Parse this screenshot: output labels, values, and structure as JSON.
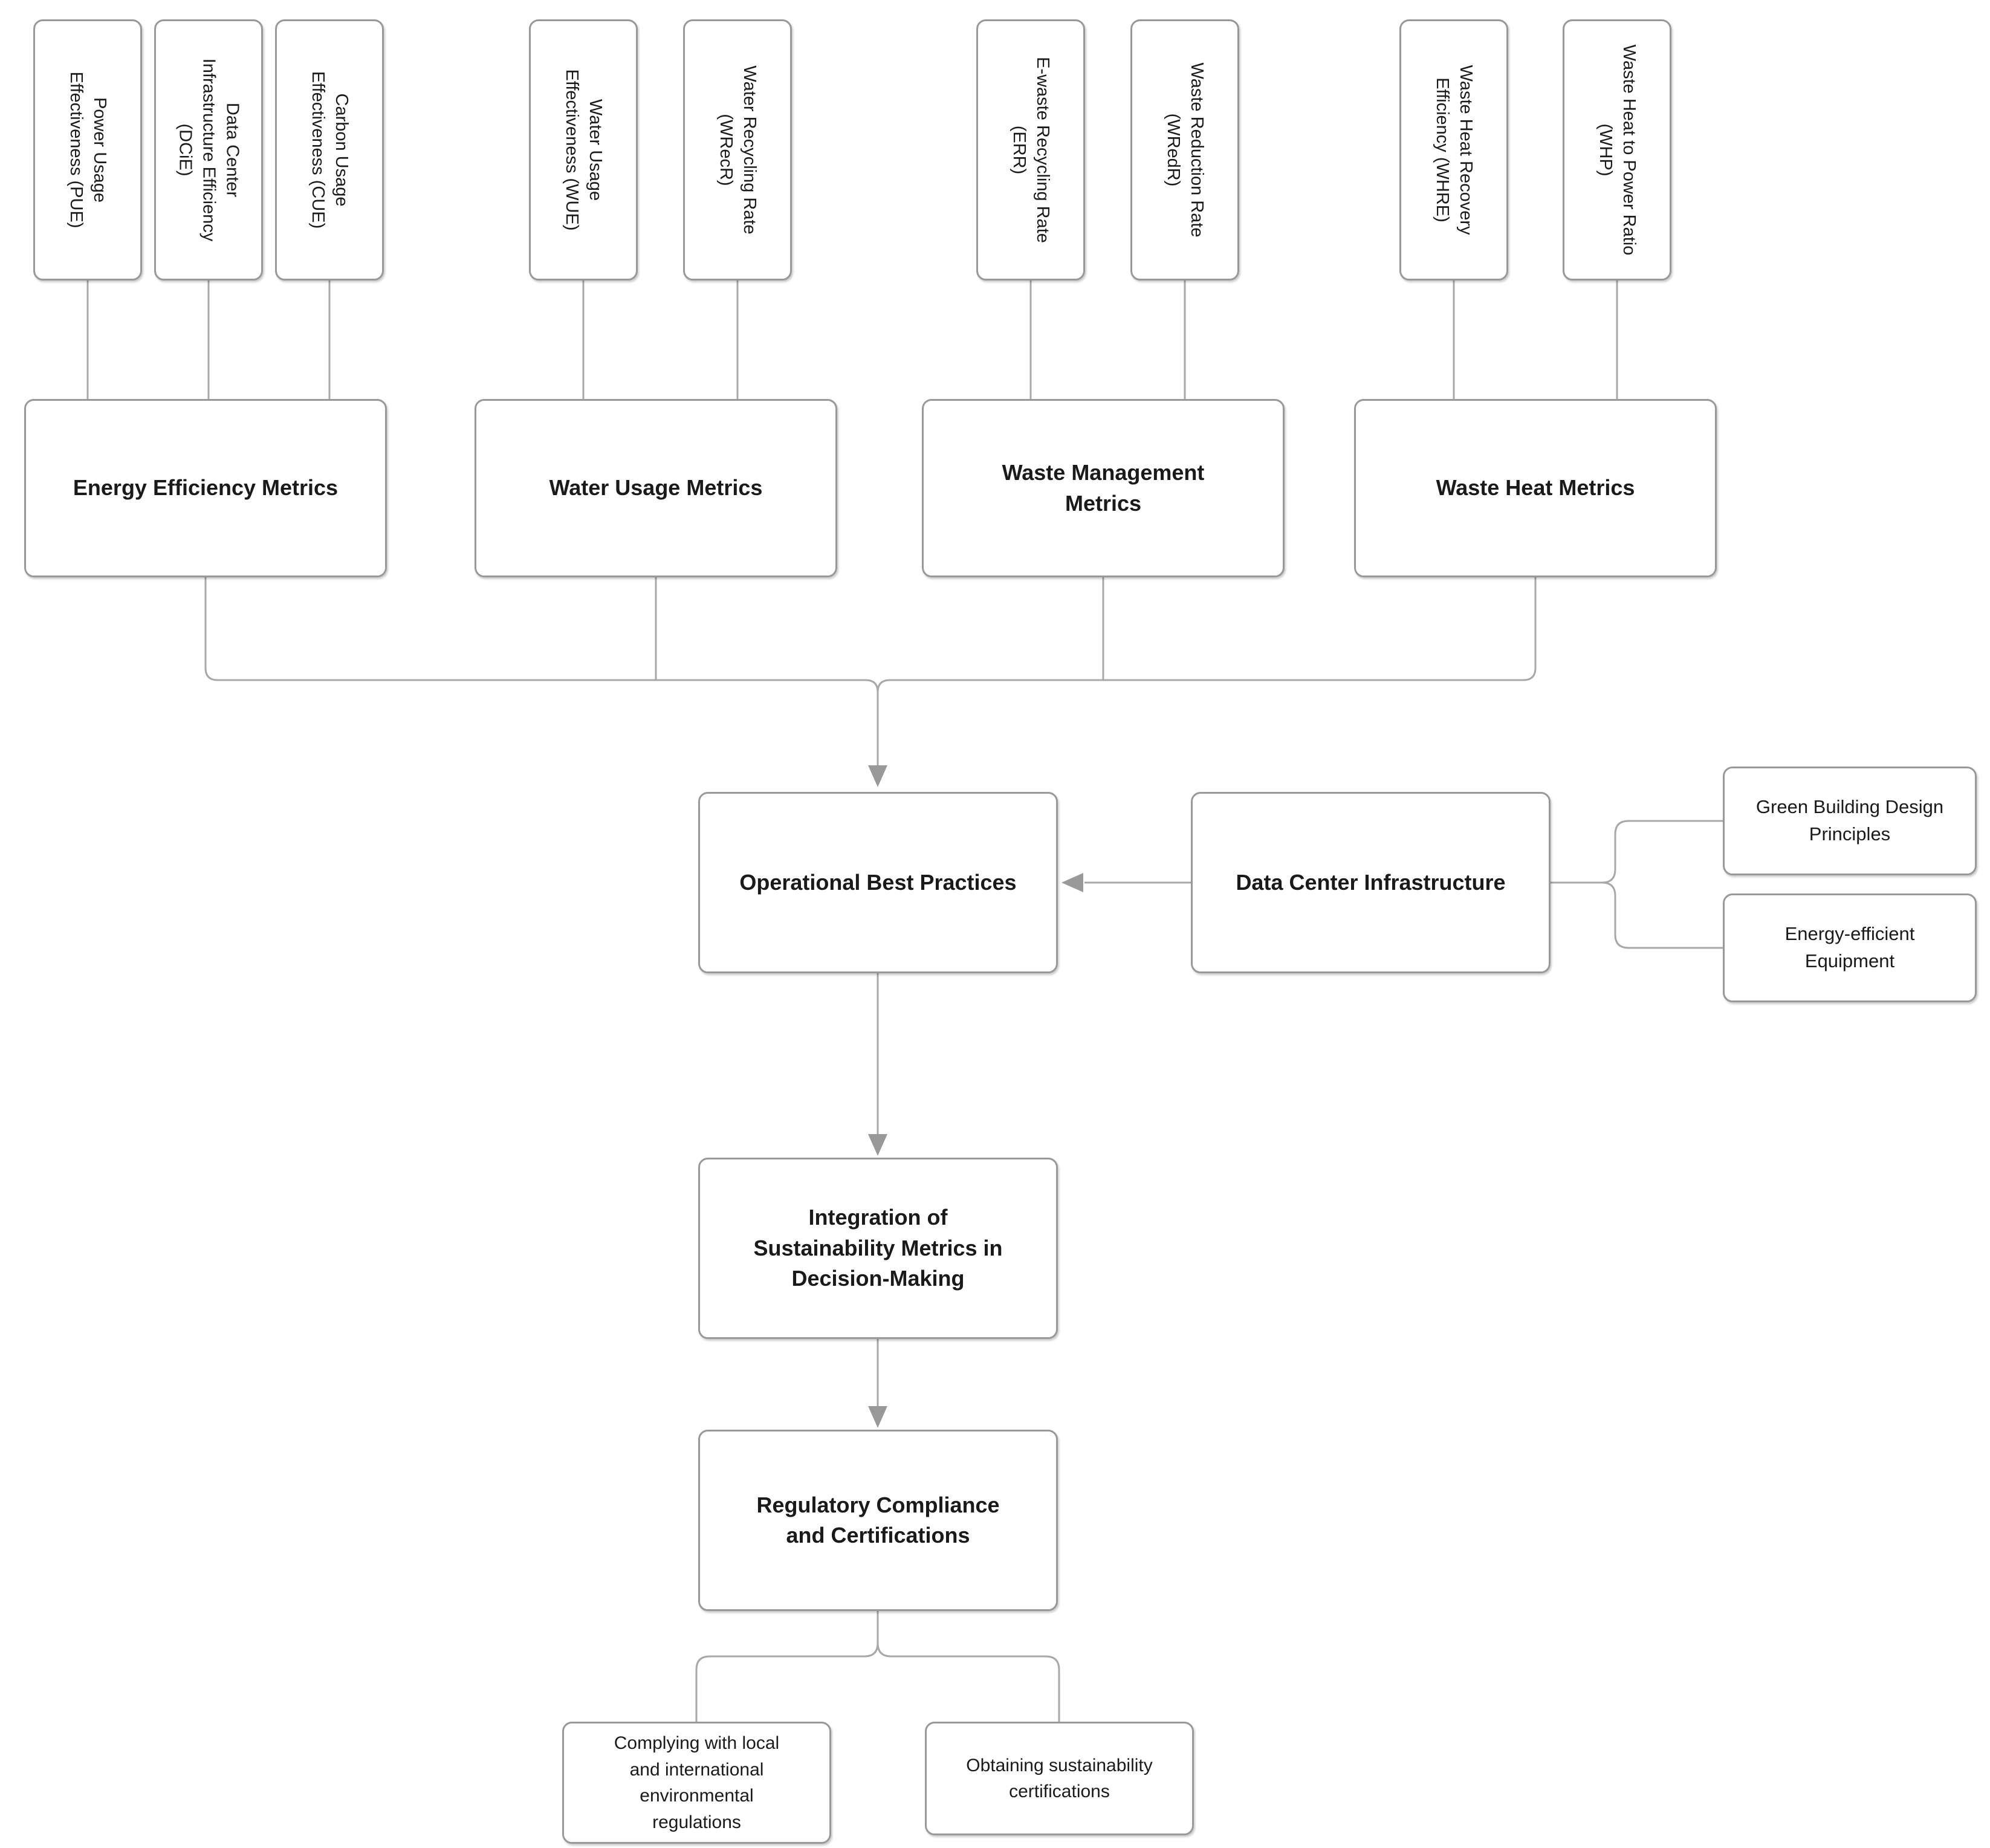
{
  "colors": {
    "background": "#ffffff",
    "node_fill": "#ffffff",
    "node_border": "#999999",
    "edge_line": "#a8a8a8",
    "arrowhead": "#999999",
    "text": "#1a1a1a"
  },
  "metric_groups": [
    {
      "category": "Energy Efficiency Metrics",
      "leaves": [
        "Power Usage\nEffectiveness (PUE)",
        "Data Center\nInfrastructure Efficiency\n(DCiE)",
        "Carbon Usage\nEffectiveness (CUE)"
      ]
    },
    {
      "category": "Water Usage Metrics",
      "leaves": [
        "Water Usage\nEffectiveness (WUE)",
        "Water Recycling Rate\n(WRecR)"
      ]
    },
    {
      "category": "Waste Management\nMetrics",
      "leaves": [
        "E-waste Recycling Rate\n(ERR)",
        "Waste Reduction Rate\n(WRedR)"
      ]
    },
    {
      "category": "Waste Heat Metrics",
      "leaves": [
        "Waste Heat Recovery\nEfficiency (WHRE)",
        "Waste Heat to Power Ratio\n(WHP)"
      ]
    }
  ],
  "flow": {
    "operational": "Operational Best Practices",
    "integration": "Integration of\nSustainability Metrics in\nDecision-Making",
    "regulatory": "Regulatory Compliance\nand Certifications",
    "regulatory_children": [
      "Complying with local\nand international\nenvironmental\nregulations",
      "Obtaining sustainability\ncertifications"
    ]
  },
  "infrastructure": {
    "label": "Data Center Infrastructure",
    "children": [
      "Green Building Design\nPrinciples",
      "Energy-efficient\nEquipment"
    ]
  }
}
